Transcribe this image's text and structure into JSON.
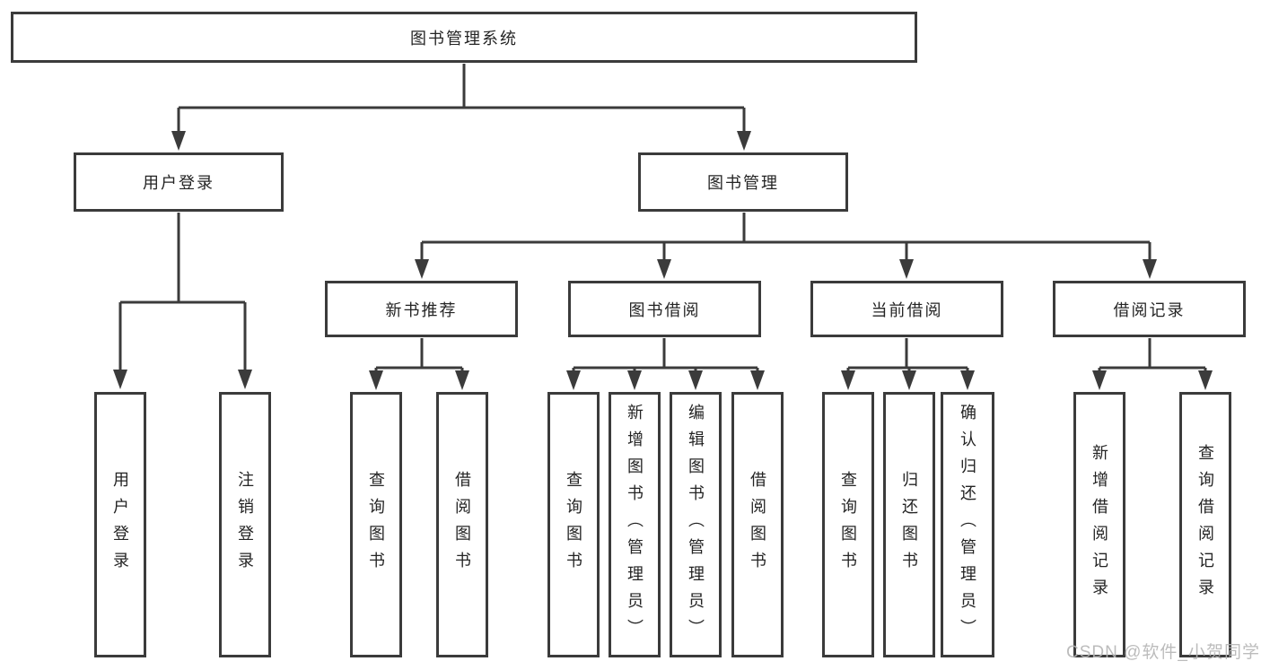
{
  "colors": {
    "line": "#3b3b3b",
    "box_border": "#3b3b3b",
    "text": "#242424",
    "background": "#ffffff",
    "watermark": "#b5b5b5"
  },
  "watermark": {
    "text": "CSDN @软件_小贺同学"
  },
  "diagram": {
    "root": "图书管理系统",
    "branches": {
      "user_login": {
        "label": "用户登录",
        "children": [
          "用户登录",
          "注销登录"
        ]
      },
      "book_management": {
        "label": "图书管理",
        "sections": {
          "new_book_recommend": {
            "label": "新书推荐",
            "children": [
              "查询图书",
              "借阅图书"
            ]
          },
          "book_borrow": {
            "label": "图书借阅",
            "children": [
              "查询图书",
              "新增图书（管理员）",
              "编辑图书（管理员）",
              "借阅图书"
            ]
          },
          "current_borrow": {
            "label": "当前借阅",
            "children": [
              "查询图书",
              "归还图书",
              "确认归还（管理员）"
            ]
          },
          "borrow_record": {
            "label": "借阅记录",
            "children": [
              "新增借阅记录",
              "查询借阅记录"
            ]
          }
        }
      }
    }
  }
}
